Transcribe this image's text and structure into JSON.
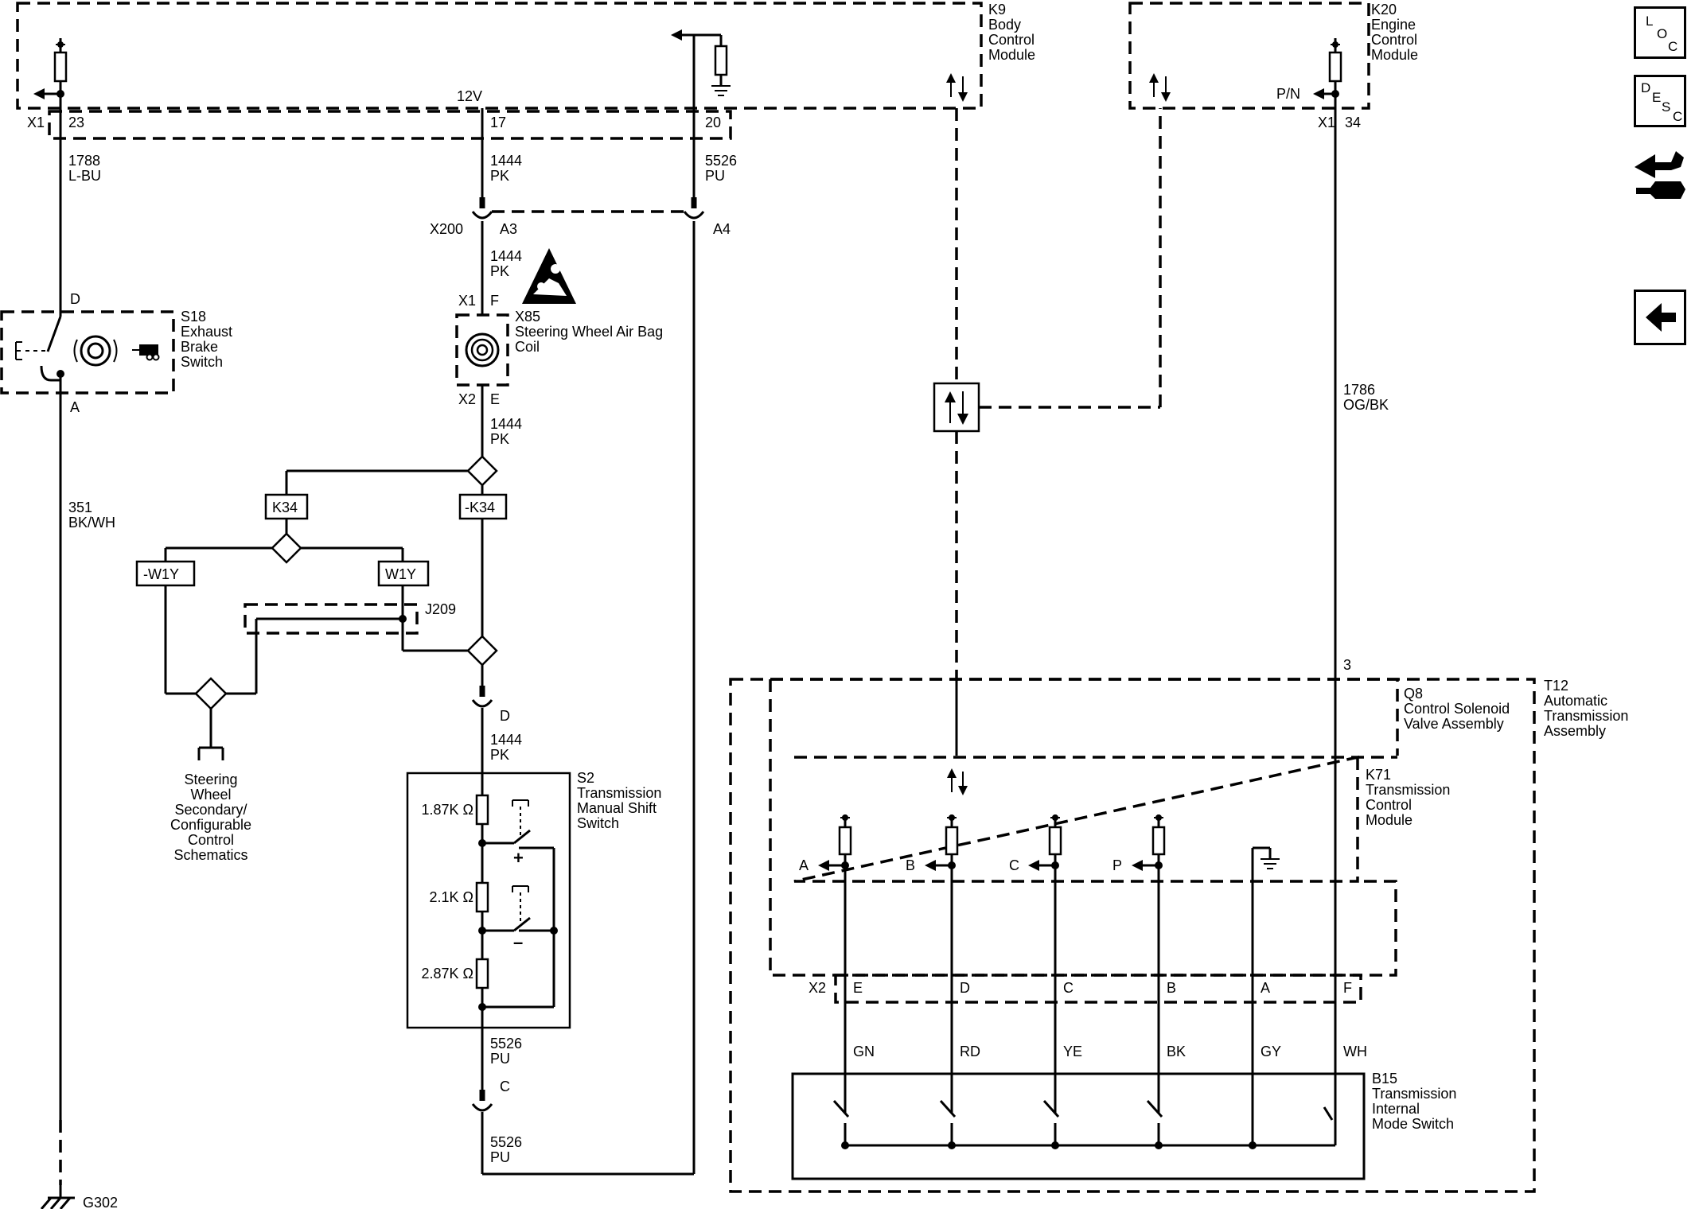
{
  "modules": {
    "k9": {
      "ref": "K9",
      "line1": "Body",
      "line2": "Control",
      "line3": "Module",
      "v12": "12V",
      "conn": "X1",
      "pin23": "23",
      "pin17": "17",
      "pin20": "20"
    },
    "k20": {
      "ref": "K20",
      "line1": "Engine",
      "line2": "Control",
      "line3": "Module",
      "pn": "P/N",
      "conn": "X1",
      "pin34": "34"
    }
  },
  "wires": {
    "w1788": {
      "num": "1788",
      "color": "L-BU"
    },
    "w1444a": {
      "num": "1444",
      "color": "PK"
    },
    "w5526a": {
      "num": "5526",
      "color": "PU"
    },
    "w1444b": {
      "num": "1444",
      "color": "PK"
    },
    "w1444c": {
      "num": "1444",
      "color": "PK"
    },
    "w1444d": {
      "num": "1444",
      "color": "PK"
    },
    "w351": {
      "num": "351",
      "color": "BK/WH"
    },
    "w5526b": {
      "num": "5526",
      "color": "PU"
    },
    "w5526c": {
      "num": "5526",
      "color": "PU"
    },
    "w1786": {
      "num": "1786",
      "color": "OG/BK"
    }
  },
  "connectors": {
    "x200": "X200",
    "a3": "A3",
    "a4": "A4",
    "d": "D",
    "c": "C",
    "x1": "X1",
    "f": "F",
    "x2": "X2",
    "e": "E"
  },
  "s18": {
    "ref": "S18",
    "l1": "Exhaust",
    "l2": "Brake",
    "l3": "Switch",
    "pinD": "D",
    "pinA": "A"
  },
  "x85": {
    "ref": "X85",
    "l1": "Steering Wheel Air Bag",
    "l2": "Coil"
  },
  "options": {
    "k34": "K34",
    "nk34": "-K34",
    "w1y": "W1Y",
    "nw1y": "-W1Y",
    "j209": "J209"
  },
  "steering_ref": [
    "Steering",
    "Wheel",
    "Secondary/",
    "Configurable",
    "Control",
    "Schematics"
  ],
  "s2": {
    "ref": "S2",
    "l1": "Transmission",
    "l2": "Manual Shift",
    "l3": "Switch",
    "r1": "1.87K Ω",
    "r2": "2.1K Ω",
    "r3": "2.87K Ω",
    "plus": "+",
    "minus": "–"
  },
  "ground": {
    "g302": "G302"
  },
  "t12": {
    "ref": "T12",
    "l1": "Automatic",
    "l2": "Transmission",
    "l3": "Assembly",
    "pin3": "3"
  },
  "q8": {
    "ref": "Q8",
    "l1": "Control Solenoid",
    "l2": "Valve Assembly"
  },
  "k71": {
    "ref": "K71",
    "l1": "Transmission",
    "l2": "Control",
    "l3": "Module",
    "inputs": [
      "A",
      "B",
      "C",
      "P"
    ]
  },
  "x2conn": {
    "name": "X2",
    "pins": [
      "E",
      "D",
      "C",
      "B",
      "A",
      "F"
    ]
  },
  "b15": {
    "ref": "B15",
    "l1": "Transmission",
    "l2": "Internal",
    "l3": "Mode Switch",
    "wires": [
      "GN",
      "RD",
      "YE",
      "BK",
      "GY",
      "WH"
    ]
  },
  "nav": {
    "loc": [
      "L",
      "O",
      "C"
    ],
    "desc": [
      "D",
      "E",
      "S",
      "C"
    ]
  }
}
